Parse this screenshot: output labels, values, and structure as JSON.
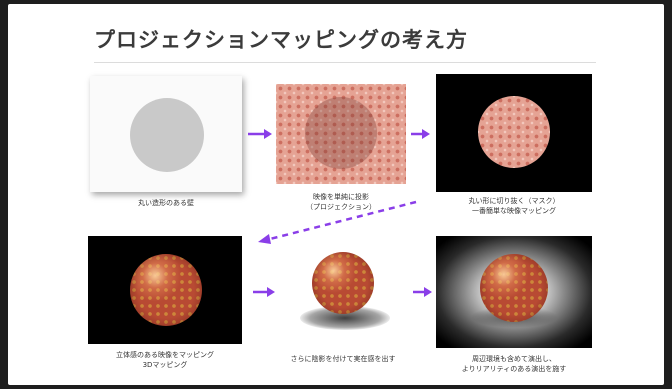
{
  "slide": {
    "title": "プロジェクションマッピングの考え方"
  },
  "steps": [
    {
      "caption_line1": "丸い造形のある壁",
      "caption_line2": ""
    },
    {
      "caption_line1": "映像を単純に投影",
      "caption_line2": "（プロジェクション）"
    },
    {
      "caption_line1": "丸い形に切り抜く（マスク）",
      "caption_line2": "一番簡単な映像マッピング"
    },
    {
      "caption_line1": "立体感のある映像をマッピング",
      "caption_line2": "3Dマッピング"
    },
    {
      "caption_line1": "さらに陰影を付けて実在感を出す",
      "caption_line2": ""
    },
    {
      "caption_line1": "周辺環境も含めて演出し、",
      "caption_line2": "よりリアリティのある演出を施す"
    }
  ],
  "colors": {
    "arrow": "#8a3ee8",
    "pattern_base": "#e5a394",
    "sphere": "#b84a33"
  }
}
